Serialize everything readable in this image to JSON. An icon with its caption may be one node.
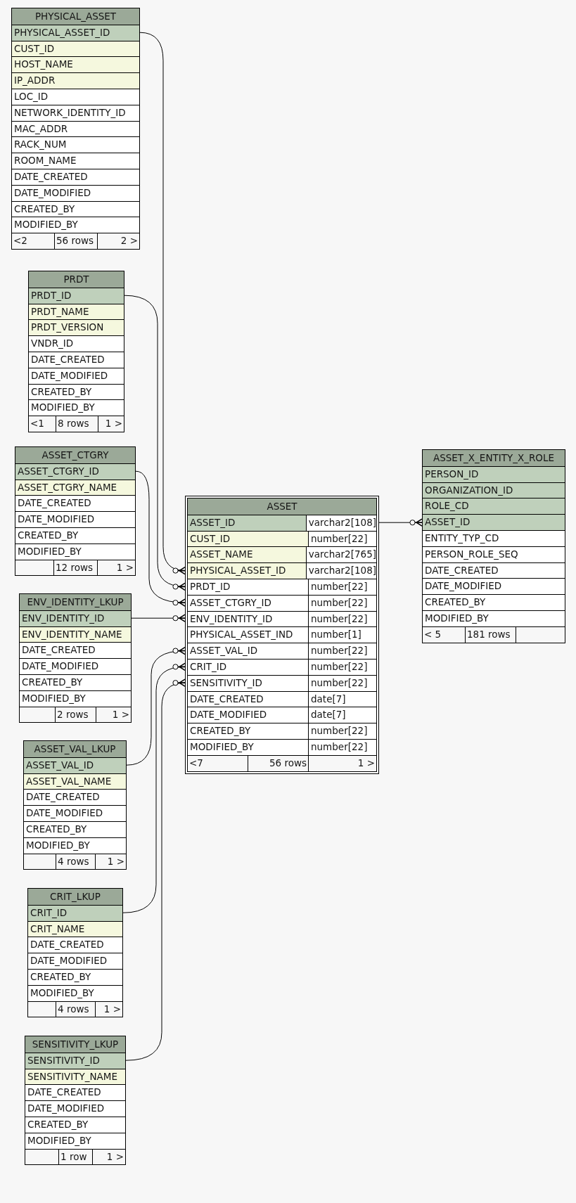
{
  "diagram": {
    "nodes": [
      {
        "text": [
          "PHYSICAL_ASSET"
        ]
      },
      {
        "text": [
          "PHYSICAL_ASSET_ID"
        ],
        "in": 0
      },
      {
        "text": [
          "CUST_ID"
        ],
        "in": 0
      },
      {
        "text": [
          "HOST_NAME"
        ],
        "in": 0
      },
      {
        "text": [
          "IP_ADDR"
        ],
        "in": 0
      },
      {
        "text": [
          "LOC_ID"
        ],
        "in": 0
      },
      {
        "text": [
          "NETWORK_IDENTITY_ID"
        ],
        "in": 0
      },
      {
        "text": [
          "MAC_ADDR"
        ],
        "in": 0
      },
      {
        "text": [
          "RACK_NUM"
        ],
        "in": 0
      },
      {
        "text": [
          "ROOM_NAME"
        ],
        "in": 0
      },
      {
        "text": [
          "DATE_CREATED"
        ],
        "in": 0
      },
      {
        "text": [
          "DATE_MODIFIED"
        ],
        "in": 0
      },
      {
        "text": [
          "CREATED_BY"
        ],
        "in": 0
      },
      {
        "text": [
          "MODIFIED_BY"
        ],
        "in": 0
      },
      {
        "text": [
          "<2",
          "56 rows",
          "2 >"
        ],
        "in": 0
      },
      {
        "text": [
          "PRDT"
        ]
      },
      {
        "text": [
          "PRDT_ID"
        ],
        "in": 15
      },
      {
        "text": [
          "PRDT_NAME"
        ],
        "in": 15
      },
      {
        "text": [
          "PRDT_VERSION"
        ],
        "in": 15
      },
      {
        "text": [
          "VNDR_ID"
        ],
        "in": 15
      },
      {
        "text": [
          "DATE_CREATED"
        ],
        "in": 15
      },
      {
        "text": [
          "DATE_MODIFIED"
        ],
        "in": 15
      },
      {
        "text": [
          "CREATED_BY"
        ],
        "in": 15
      },
      {
        "text": [
          "MODIFIED_BY"
        ],
        "in": 15
      },
      {
        "text": [
          "<1",
          "8 rows",
          "1 >"
        ],
        "in": 15
      },
      {
        "text": [
          "ASSET_CTGRY"
        ]
      },
      {
        "text": [
          "ASSET_CTGRY_ID"
        ],
        "in": 25
      },
      {
        "text": [
          "ASSET_CTGRY_NAME"
        ],
        "in": 25
      },
      {
        "text": [
          "DATE_CREATED"
        ],
        "in": 25
      },
      {
        "text": [
          "DATE_MODIFIED"
        ],
        "in": 25
      },
      {
        "text": [
          "CREATED_BY"
        ],
        "in": 25
      },
      {
        "text": [
          "MODIFIED_BY"
        ],
        "in": 25
      },
      {
        "text": [
          "12 rows",
          "1 >"
        ],
        "in": 25
      },
      {
        "text": [
          "ENV_IDENTITY_LKUP"
        ]
      },
      {
        "text": [
          "ENV_IDENTITY_ID"
        ],
        "in": 33
      },
      {
        "text": [
          "ENV_IDENTITY_NAME"
        ],
        "in": 33
      },
      {
        "text": [
          "DATE_CREATED"
        ],
        "in": 33
      },
      {
        "text": [
          "DATE_MODIFIED"
        ],
        "in": 33
      },
      {
        "text": [
          "CREATED_BY"
        ],
        "in": 33
      },
      {
        "text": [
          "MODIFIED_BY"
        ],
        "in": 33
      },
      {
        "text": [
          "2 rows",
          "1 >"
        ],
        "in": 33
      },
      {
        "text": [
          "ASSET_VAL_LKUP"
        ]
      },
      {
        "text": [
          "ASSET_VAL_ID"
        ],
        "in": 41
      },
      {
        "text": [
          "ASSET_VAL_NAME"
        ],
        "in": 41
      },
      {
        "text": [
          "DATE_CREATED"
        ],
        "in": 41
      },
      {
        "text": [
          "DATE_MODIFIED"
        ],
        "in": 41
      },
      {
        "text": [
          "CREATED_BY"
        ],
        "in": 41
      },
      {
        "text": [
          "MODIFIED_BY"
        ],
        "in": 41
      },
      {
        "text": [
          "4 rows",
          "1 >"
        ],
        "in": 41
      },
      {
        "text": [
          "CRIT_LKUP"
        ]
      },
      {
        "text": [
          "CRIT_ID"
        ],
        "in": 49
      },
      {
        "text": [
          "CRIT_NAME"
        ],
        "in": 49
      },
      {
        "text": [
          "DATE_CREATED"
        ],
        "in": 49
      },
      {
        "text": [
          "DATE_MODIFIED"
        ],
        "in": 49
      },
      {
        "text": [
          "CREATED_BY"
        ],
        "in": 49
      },
      {
        "text": [
          "MODIFIED_BY"
        ],
        "in": 49
      },
      {
        "text": [
          "4 rows",
          "1 >"
        ],
        "in": 49
      },
      {
        "text": [
          "SENSITIVITY_LKUP"
        ]
      },
      {
        "text": [
          "SENSITIVITY_ID"
        ],
        "in": 57
      },
      {
        "text": [
          "SENSITIVITY_NAME"
        ],
        "in": 57
      },
      {
        "text": [
          "DATE_CREATED"
        ],
        "in": 57
      },
      {
        "text": [
          "DATE_MODIFIED"
        ],
        "in": 57
      },
      {
        "text": [
          "CREATED_BY"
        ],
        "in": 57
      },
      {
        "text": [
          "MODIFIED_BY"
        ],
        "in": 57
      },
      {
        "text": [
          "1 row",
          "1 >"
        ],
        "in": 57
      },
      {
        "text": [
          "ASSET"
        ]
      },
      {
        "text": [
          "ASSET_ID",
          "varchar2[108]"
        ],
        "in": 65
      },
      {
        "text": [
          "CUST_ID",
          "number[22]"
        ],
        "in": 65
      },
      {
        "text": [
          "ASSET_NAME",
          "varchar2[765]"
        ],
        "in": 65
      },
      {
        "text": [
          "PHYSICAL_ASSET_ID",
          "varchar2[108]"
        ],
        "in": 65
      },
      {
        "text": [
          "PRDT_ID",
          "number[22]"
        ],
        "in": 65
      },
      {
        "text": [
          "ASSET_CTGRY_ID",
          "number[22]"
        ],
        "in": 65
      },
      {
        "text": [
          "ENV_IDENTITY_ID",
          "number[22]"
        ],
        "in": 65
      },
      {
        "text": [
          "PHYSICAL_ASSET_IND",
          "number[1]"
        ],
        "in": 65
      },
      {
        "text": [
          "ASSET_VAL_ID",
          "number[22]"
        ],
        "in": 65
      },
      {
        "text": [
          "CRIT_ID",
          "number[22]"
        ],
        "in": 65
      },
      {
        "text": [
          "SENSITIVITY_ID",
          "number[22]"
        ],
        "in": 65
      },
      {
        "text": [
          "DATE_CREATED",
          "date[7]"
        ],
        "in": 65
      },
      {
        "text": [
          "DATE_MODIFIED",
          "date[7]"
        ],
        "in": 65
      },
      {
        "text": [
          "CREATED_BY",
          "number[22]"
        ],
        "in": 65
      },
      {
        "text": [
          "MODIFIED_BY",
          "number[22]"
        ],
        "in": 65
      },
      {
        "text": [
          "<7",
          "56 rows",
          "1 >"
        ],
        "in": 65
      },
      {
        "text": [
          "ASSET_X_ENTITY_X_ROLE"
        ]
      },
      {
        "text": [
          "PERSON_ID"
        ],
        "in": 82
      },
      {
        "text": [
          "ORGANIZATION_ID"
        ],
        "in": 82
      },
      {
        "text": [
          "ROLE_CD"
        ],
        "in": 82
      },
      {
        "text": [
          "ASSET_ID"
        ],
        "in": 82
      },
      {
        "text": [
          "ENTITY_TYP_CD"
        ],
        "in": 82
      },
      {
        "text": [
          "PERSON_ROLE_SEQ"
        ],
        "in": 82
      },
      {
        "text": [
          "DATE_CREATED"
        ],
        "in": 82
      },
      {
        "text": [
          "DATE_MODIFIED"
        ],
        "in": 82
      },
      {
        "text": [
          "CREATED_BY"
        ],
        "in": 82
      },
      {
        "text": [
          "MODIFIED_BY"
        ],
        "in": 82
      },
      {
        "text": [
          "< 5",
          "181 rows"
        ],
        "in": 82
      }
    ],
    "edges": [
      {
        "from": 1,
        "to": 69,
        "arrow": "other"
      },
      {
        "from": 16,
        "to": 70,
        "arrow": "other"
      },
      {
        "from": 26,
        "to": 71,
        "arrow": "other"
      },
      {
        "from": 34,
        "to": 72,
        "arrow": "other"
      },
      {
        "from": 42,
        "to": 74,
        "arrow": "other"
      },
      {
        "from": 50,
        "to": 75,
        "arrow": "other"
      },
      {
        "from": 58,
        "to": 76,
        "arrow": "other"
      },
      {
        "from": 66,
        "to": 86,
        "arrow": "other"
      }
    ]
  }
}
